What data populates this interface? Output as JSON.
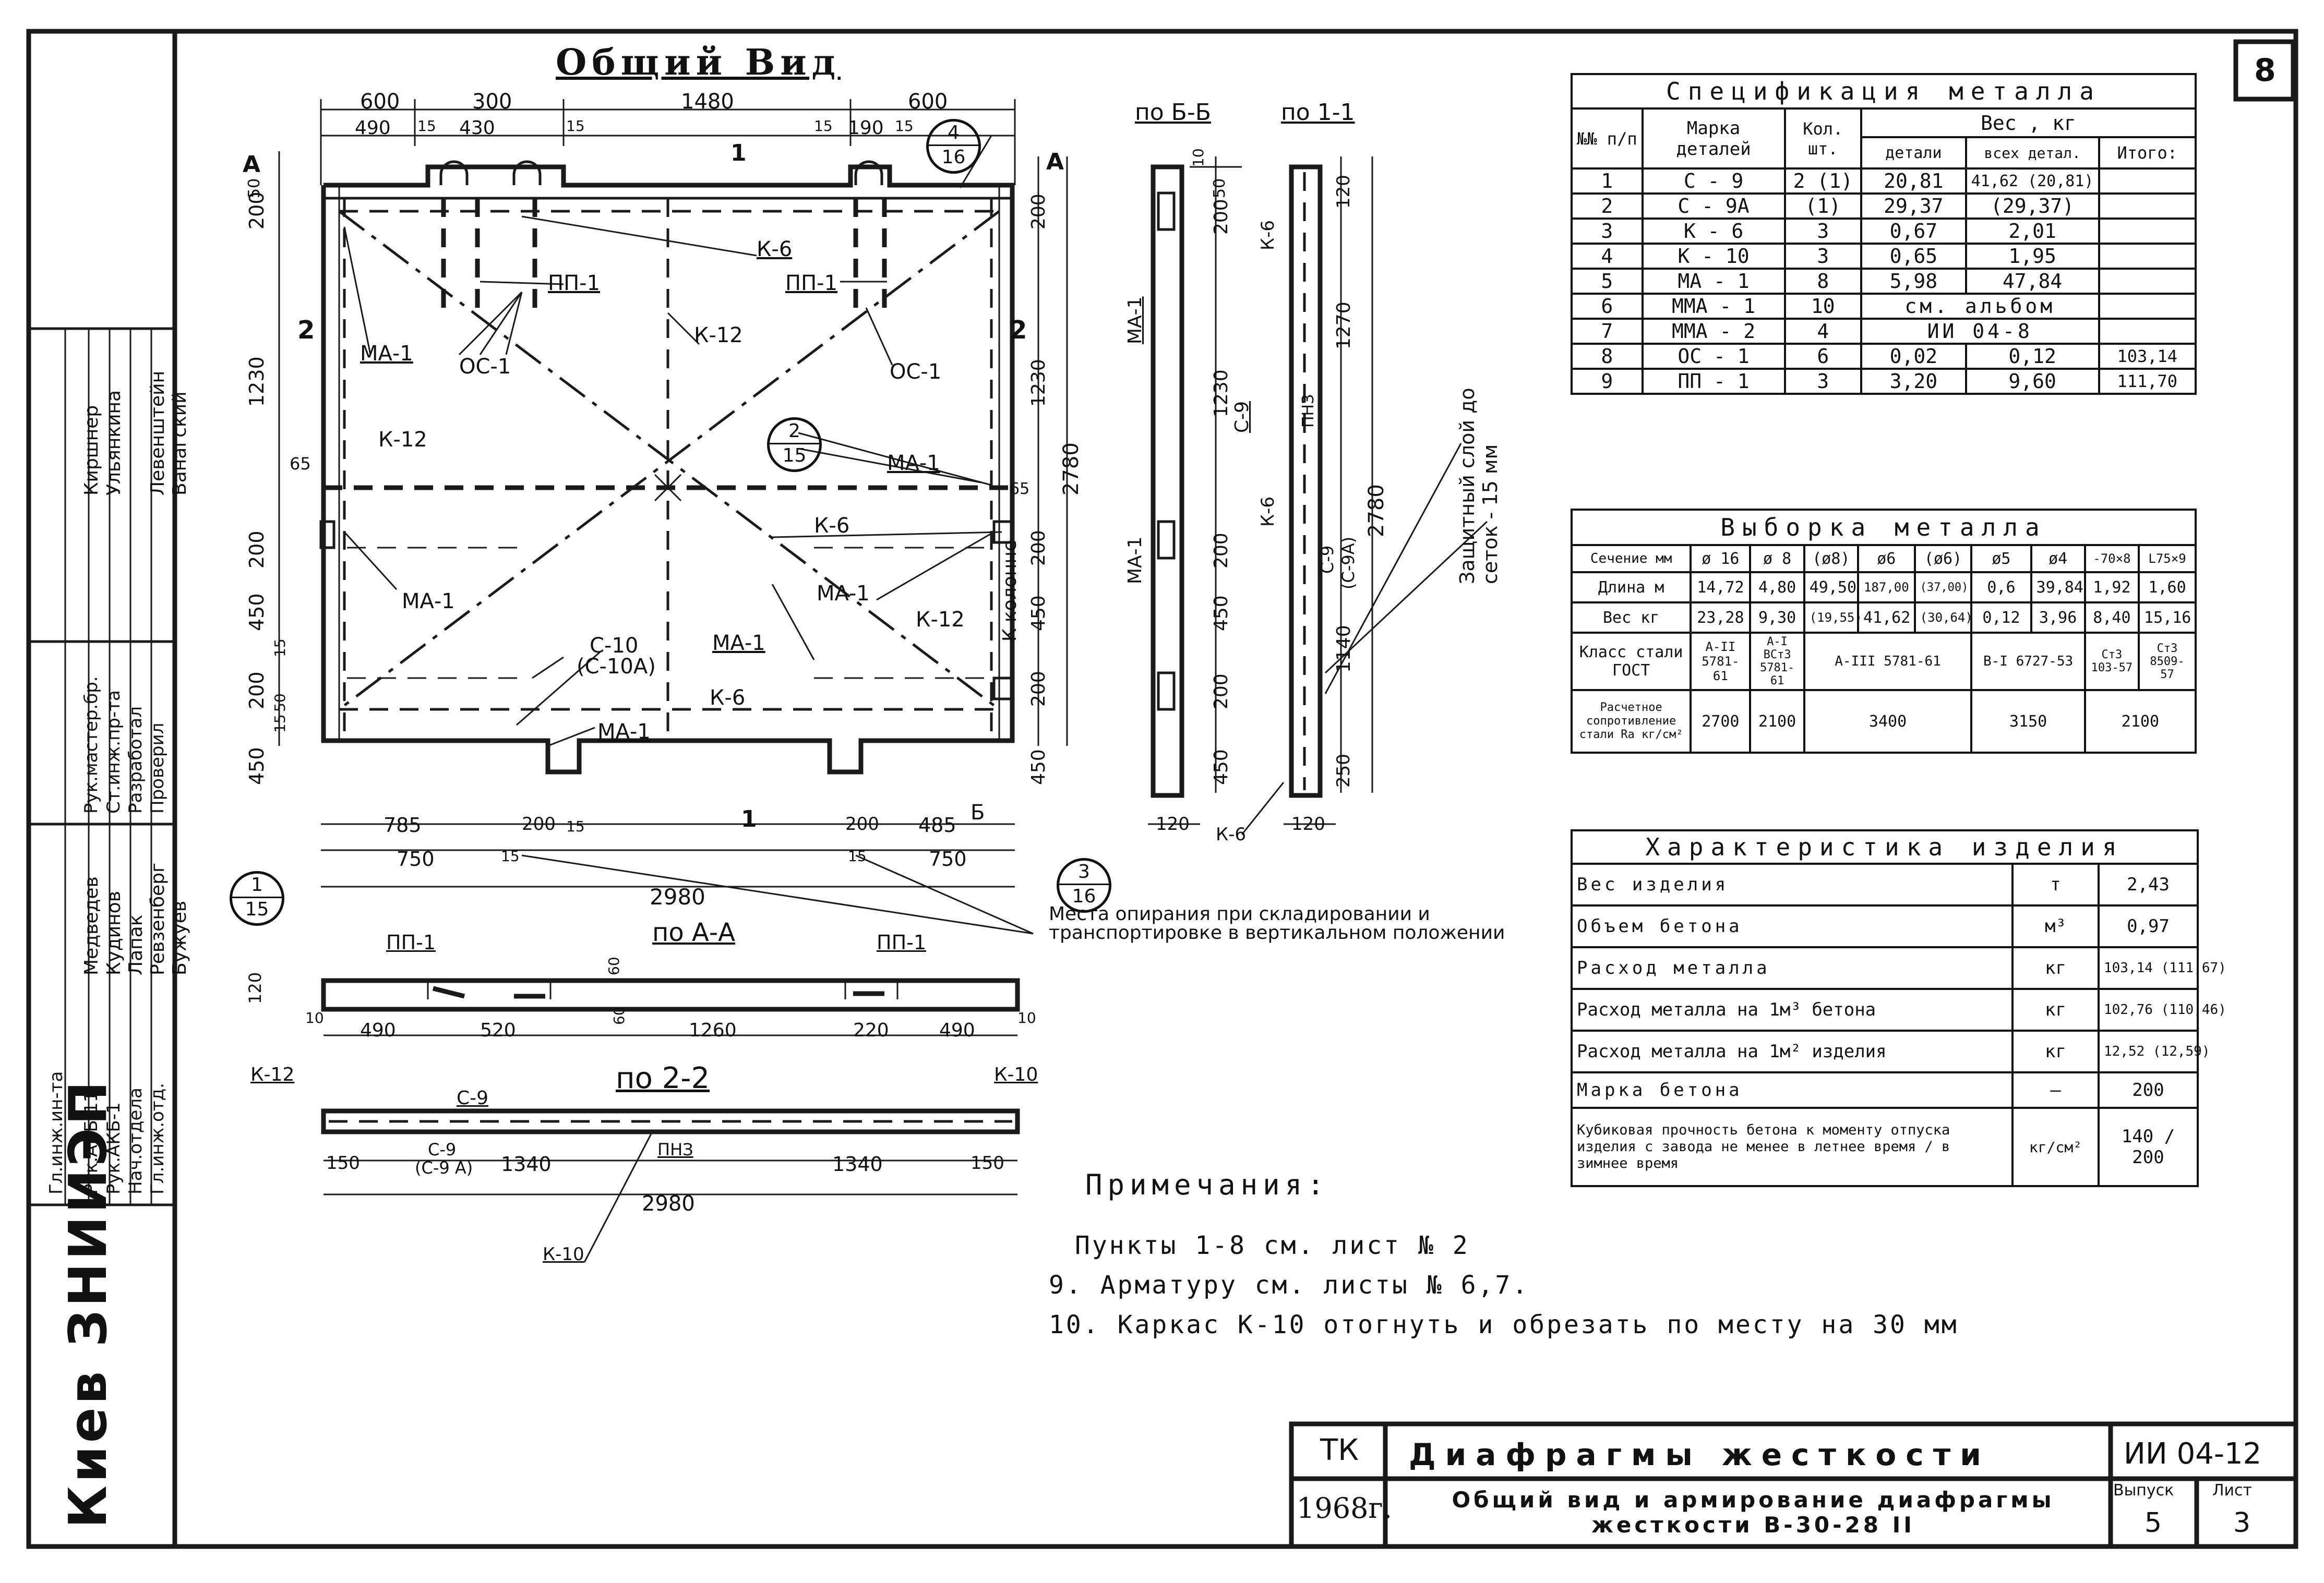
{
  "sheet": {
    "page_number": "8",
    "main_title": "Общий Вид",
    "org": "Киев ЗНИИЭП",
    "org_vertical": "КиевЗНИИЭП"
  },
  "stamp_names": {
    "col_roles": [
      "Гл.инж.ин-та",
      "Рук.АКБ-11",
      "Рук.АКБ-1",
      "Нач.отдела",
      "Гл.инж.отд."
    ],
    "col_names": [
      "Медведев",
      "Кудинов",
      "Лапак",
      "Ревзенберг",
      "Бужуев"
    ],
    "col_roles2": [
      "Рук.мастер.бр.",
      "Ст.инж.пр-та",
      "Разработал",
      "Проверил"
    ],
    "col_names2": [
      "Киршнер",
      "Ульянкина",
      "Левенштейн",
      "Ванагский"
    ]
  },
  "views": {
    "section_b": "по Б-Б",
    "section_1": "по 1-1",
    "section_a": "по А-А",
    "section_2": "по 2-2"
  },
  "dims_top": [
    "600",
    "300",
    "1480",
    "600",
    "490",
    "15",
    "430",
    "15",
    "15",
    "190",
    "15"
  ],
  "dims_bottom": [
    "785",
    "200",
    "15",
    "200",
    "485",
    "750",
    "15",
    "15",
    "750",
    "2980"
  ],
  "dims_left": [
    "200",
    "50",
    "1230",
    "65",
    "200",
    "450",
    "15",
    "200",
    "50",
    "15",
    "450"
  ],
  "dims_right": [
    "200",
    "1230",
    "65",
    "200",
    "450",
    "200",
    "450",
    "2780"
  ],
  "labels_main": {
    "k6": "К-6",
    "k12": "К-12",
    "pp1": "ПП-1",
    "os1": "ОС-1",
    "ma1": "МА-1",
    "c10": "С-10",
    "c10a": "(С-10А)",
    "k_kolonne": "К колонне",
    "b": "Б",
    "a": "А",
    "n1": "1",
    "n2": "2"
  },
  "callouts": [
    {
      "top": "4",
      "bottom": "16"
    },
    {
      "top": "2",
      "bottom": "15"
    },
    {
      "top": "1",
      "bottom": "15"
    },
    {
      "top": "3",
      "bottom": "16"
    }
  ],
  "section_b_dims": [
    "10",
    "200",
    "50",
    "1230",
    "200",
    "450",
    "200",
    "450",
    "120"
  ],
  "section_1_dims": [
    "120",
    "1270",
    "2780",
    "1140",
    "250",
    "120"
  ],
  "section_labels": {
    "ma1": "МА-1",
    "k6": "К-6",
    "c9": "С-9",
    "c9a": "(С-9А)",
    "note_b": "ПНЗ",
    "prot": "Защитный слой до сеток - 15 мм"
  },
  "supports_note": "Места опирания при складировании и транспортировке в вертикальном положении",
  "section_a_dims": [
    "490",
    "520",
    "1260",
    "220",
    "490",
    "10",
    "10",
    "120",
    "60",
    "60"
  ],
  "section_a_labels": {
    "pp1": "ПП-1"
  },
  "section_2_dims": [
    "150",
    "1340",
    "1340",
    "150",
    "2980"
  ],
  "section_2_labels": {
    "k12": "К-12",
    "k10": "К-10",
    "c9": "С-9",
    "c9b": "С-9",
    "c9a": "(С-9 А)",
    "mid": "ПНЗ"
  },
  "notes": {
    "heading": "Примечания:",
    "items": [
      "Пункты 1-8 см. лист № 2",
      "9. Арматуру см. листы № 6,7.",
      "10. Каркас К-10 отогнуть и обрезать по месту на 30 мм"
    ]
  },
  "spec_table": {
    "title": "Спецификация металла",
    "headers": {
      "nn": "№№ п/п",
      "marka": "Марка деталей",
      "kol": "Кол. шт.",
      "ves": "Вес , кг",
      "ves_det": "детали",
      "ves_all": "всех детал.",
      "itogo": "Итого:"
    },
    "rows": [
      {
        "n": "1",
        "marka": "С - 9",
        "kol": "2 (1)",
        "det": "20,81",
        "all": "41,62 (20,81)",
        "itogo": ""
      },
      {
        "n": "2",
        "marka": "С - 9А",
        "kol": "(1)",
        "det": "29,37",
        "all": "(29,37)",
        "itogo": ""
      },
      {
        "n": "3",
        "marka": "К - 6",
        "kol": "3",
        "det": "0,67",
        "all": "2,01",
        "itogo": ""
      },
      {
        "n": "4",
        "marka": "К - 10",
        "kol": "3",
        "det": "0,65",
        "all": "1,95",
        "itogo": ""
      },
      {
        "n": "5",
        "marka": "МА - 1",
        "kol": "8",
        "det": "5,98",
        "all": "47,84",
        "itogo": ""
      },
      {
        "n": "6",
        "marka": "ММА - 1",
        "kol": "10",
        "det": "см. альбом",
        "all": "",
        "itogo": ""
      },
      {
        "n": "7",
        "marka": "ММА - 2",
        "kol": "4",
        "det": "ИИ 04-8",
        "all": "",
        "itogo": ""
      },
      {
        "n": "8",
        "marka": "ОС - 1",
        "kol": "6",
        "det": "0,02",
        "all": "0,12",
        "itogo": "103,14"
      },
      {
        "n": "9",
        "marka": "ПП - 1",
        "kol": "3",
        "det": "3,20",
        "all": "9,60",
        "itogo": "111,70"
      }
    ]
  },
  "sample_table": {
    "title": "Выборка металла",
    "row_headers": [
      "Сечение мм",
      "Длина м",
      "Вес кг",
      "Класс стали ГОСТ",
      "Расчетное сопротивление стали Ra кг/см²"
    ],
    "cols": [
      "ø 16",
      "ø 8",
      "(ø8)",
      "ø6",
      "(ø6)",
      "ø5",
      "ø4",
      "-70×8",
      "L75×9"
    ],
    "length": [
      "14,72",
      "4,80",
      "49,50",
      "187,00",
      "(37,00)",
      "0,6",
      "39,84",
      "1,92",
      "1,60"
    ],
    "weight": [
      "23,28",
      "9,30",
      "(19,55)",
      "41,62",
      "(30,64)",
      "0,12",
      "3,96",
      "8,40",
      "15,16"
    ],
    "steel_class": [
      "А-II 5781-61",
      "А-I ВСт3 5781-61",
      "А-III 5781-61",
      "В-I 6727-53",
      "Ст3 103-57",
      "Ст3 8509-57"
    ],
    "resist": [
      "2700",
      "2100",
      "3400",
      "3150",
      "2100"
    ]
  },
  "char_table": {
    "title": "Характеристика изделия",
    "rows": [
      {
        "name": "Вес изделия",
        "unit": "т",
        "value": "2,43"
      },
      {
        "name": "Объем бетона",
        "unit": "м³",
        "value": "0,97"
      },
      {
        "name": "Расход металла",
        "unit": "кг",
        "value": "103,14 (111,67)"
      },
      {
        "name": "Расход металла на 1м³ бетона",
        "unit": "кг",
        "value": "102,76 (110,46)"
      },
      {
        "name": "Расход металла на 1м² изделия",
        "unit": "кг",
        "value": "12,52 (12,59)"
      },
      {
        "name": "Марка бетона",
        "unit": "—",
        "value": "200"
      },
      {
        "name": "Кубиковая прочность бетона к моменту отпуска изделия с завода не менее в летнее время / в зимнее время",
        "unit": "кг/см²",
        "value": "140 / 200"
      }
    ]
  },
  "title_block": {
    "tk": "ТК",
    "year": "1968г.",
    "title1": "Диафрагмы жесткости",
    "title2": "Общий вид и армирование диафрагмы жесткости В-30-28 II",
    "code": "ИИ 04-12",
    "vypusk_label": "Выпуск",
    "vypusk": "5",
    "list_label": "Лист",
    "list": "3"
  }
}
